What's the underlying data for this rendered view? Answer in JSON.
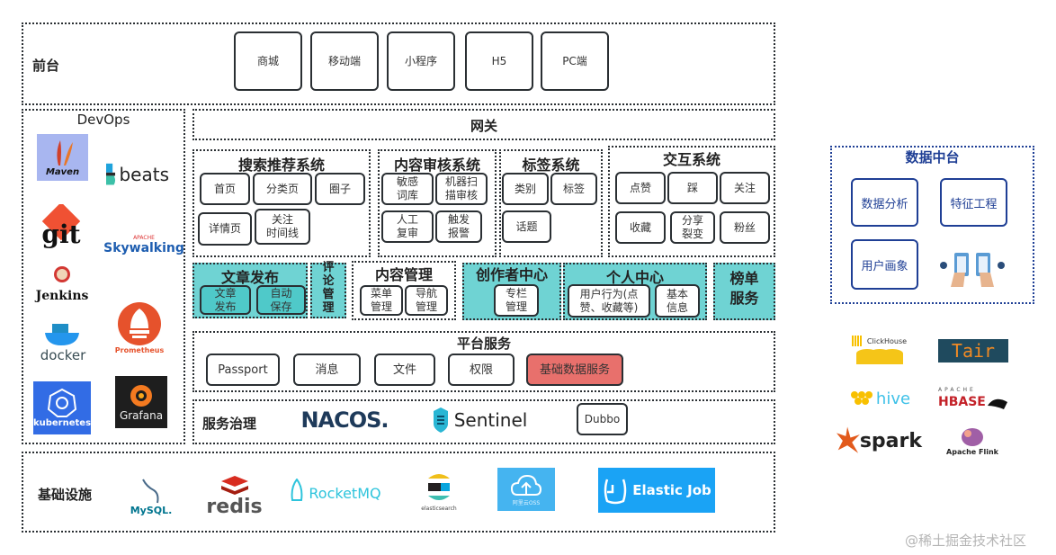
{
  "frontend": {
    "label": "前台",
    "items": [
      "商城",
      "移动端",
      "小程序",
      "H5",
      "PC端"
    ]
  },
  "devops": {
    "title": "DevOps",
    "logos": [
      "Maven",
      "beats",
      "git",
      "Skywalking",
      "Jenkins",
      "Prometheus",
      "docker",
      "kubernetes",
      "Grafana"
    ],
    "skywalking_sub": "APACHE"
  },
  "gateway": {
    "label": "网关"
  },
  "search_system": {
    "title": "搜索推荐系统",
    "items": [
      "首页",
      "分类页",
      "圈子",
      "详情页",
      "关注\n时间线"
    ]
  },
  "audit_system": {
    "title": "内容审核系统",
    "items": [
      "敏感\n词库",
      "机器扫\n描审核",
      "人工\n复审",
      "触发\n报警"
    ]
  },
  "tag_system": {
    "title": "标签系统",
    "items": [
      "类别",
      "标签",
      "话题"
    ]
  },
  "interaction_system": {
    "title": "交互系统",
    "items": [
      "点赞",
      "踩",
      "关注",
      "收藏",
      "分享\n裂变",
      "粉丝"
    ]
  },
  "article_publish": {
    "title": "文章发布",
    "items": [
      "文章\n发布",
      "自动\n保存"
    ]
  },
  "comment_mgmt": {
    "title": "评\n论\n管\n理"
  },
  "content_mgmt": {
    "title": "内容管理",
    "items": [
      "菜单\n管理",
      "导航\n管理"
    ]
  },
  "creator_center": {
    "title": "创作者中心",
    "items": [
      "专栏\n管理"
    ]
  },
  "personal_center": {
    "title": "个人中心",
    "items": [
      "用户行为(点\n赞、收藏等)",
      "基本\n信息"
    ]
  },
  "ranking": {
    "title": "榜单\n服务"
  },
  "platform_services": {
    "title": "平台服务",
    "items": [
      "Passport",
      "消息",
      "文件",
      "权限",
      "基础数据服务"
    ],
    "highlight_color": "#e8706c"
  },
  "service_governance": {
    "label": "服务治理",
    "logos": [
      "NACOS.",
      "Sentinel"
    ],
    "items": [
      "Dubbo"
    ]
  },
  "infrastructure": {
    "label": "基础设施",
    "logos": [
      "MySQL.",
      "redis",
      "RocketMQ",
      "elasticsearch",
      "阿里云OSS",
      "Elastic Job"
    ]
  },
  "data_middle_platform": {
    "title": "数据中台",
    "items": [
      "数据分析",
      "特征工程",
      "用户画象"
    ],
    "color": "#1f3f95"
  },
  "data_tools": {
    "logos": [
      "ClickHouse",
      "Tair",
      "hive",
      "HBASE",
      "spark",
      "Apache Flink"
    ],
    "hbase_sub": "APACHE"
  },
  "watermark": "@稀土掘金技术社区",
  "colors": {
    "teal": "#6fd3d3",
    "teal_inner": "#4fc9c9",
    "border": "#2a2f33"
  }
}
